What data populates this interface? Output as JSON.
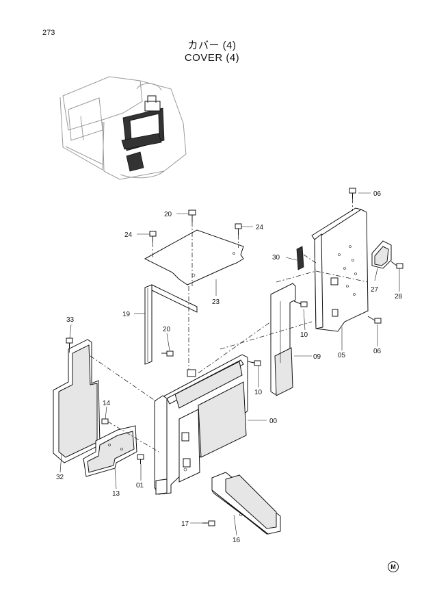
{
  "header": {
    "page_number": "273",
    "title_ja": "カバー (4)",
    "title_en": "COVER (4)"
  },
  "labels": {
    "p00": "00",
    "p01": "01",
    "p05": "05",
    "p06a": "06",
    "p06b": "06",
    "p09": "09",
    "p10a": "10",
    "p10b": "10",
    "p13": "13",
    "p14": "14",
    "p16": "16",
    "p17": "17",
    "p19": "19",
    "p20a": "20",
    "p20b": "20",
    "p23": "23",
    "p24a": "24",
    "p24b": "24",
    "p27": "27",
    "p28": "28",
    "p30": "30",
    "p32": "32",
    "p33": "33"
  },
  "footer": {
    "mark": "M"
  }
}
